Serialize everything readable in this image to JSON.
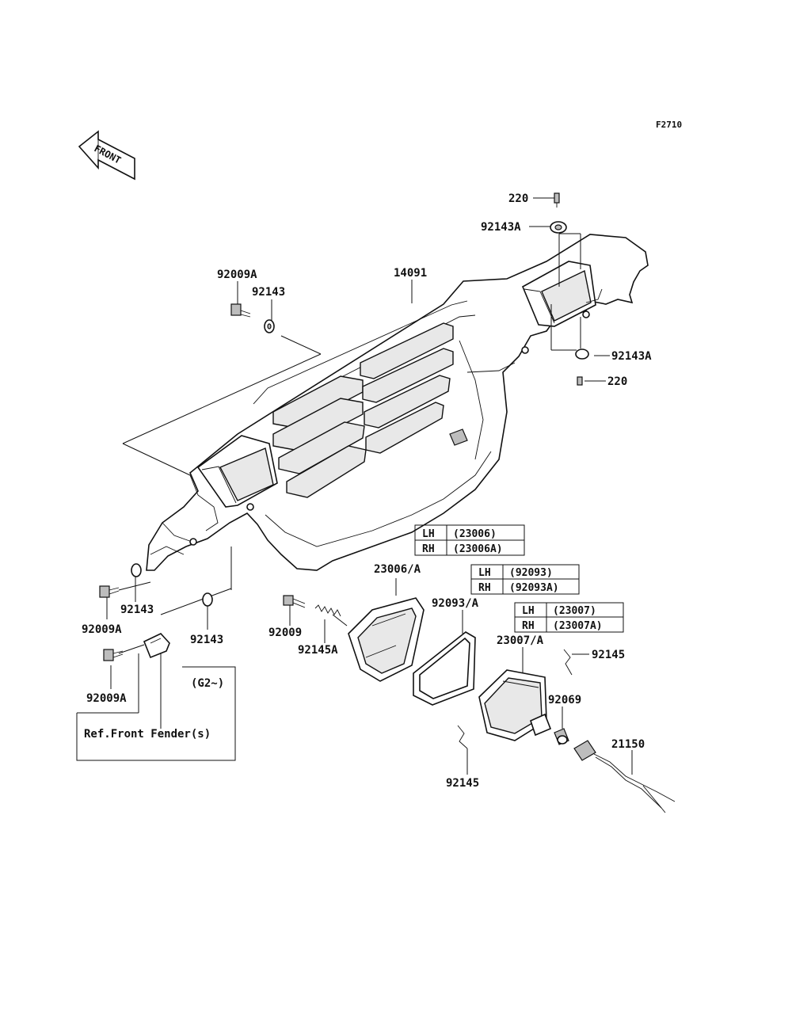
{
  "figure_code": "F2710",
  "front_arrow_label": "FRONT",
  "parts": {
    "p220_top": "220",
    "p92143A_top": "92143A",
    "p14091": "14091",
    "p92009A_top": "92009A",
    "p92143_top": "92143",
    "p92143A_mid": "92143A",
    "p220_mid": "220",
    "p92143_left": "92143",
    "p92009A_left": "92009A",
    "p92143_low": "92143",
    "p92009A_low": "92009A",
    "p92009": "92009",
    "p92145A": "92145A",
    "p23006A": "23006/A",
    "p92093A": "92093/A",
    "p23007A": "23007/A",
    "p92145_right": "92145",
    "p92069": "92069",
    "p21150": "21150",
    "p92145_low": "92145"
  },
  "tables": {
    "t23006": {
      "rows": [
        {
          "side": "LH",
          "code": "(23006)"
        },
        {
          "side": "RH",
          "code": "(23006A)"
        }
      ]
    },
    "t92093": {
      "rows": [
        {
          "side": "LH",
          "code": "(92093)"
        },
        {
          "side": "RH",
          "code": "(92093A)"
        }
      ]
    },
    "t23007": {
      "rows": [
        {
          "side": "LH",
          "code": "(23007)"
        },
        {
          "side": "RH",
          "code": "(23007A)"
        }
      ]
    }
  },
  "ref_box": {
    "model": "(G2~)",
    "text": "Ref.Front Fender(s)"
  }
}
